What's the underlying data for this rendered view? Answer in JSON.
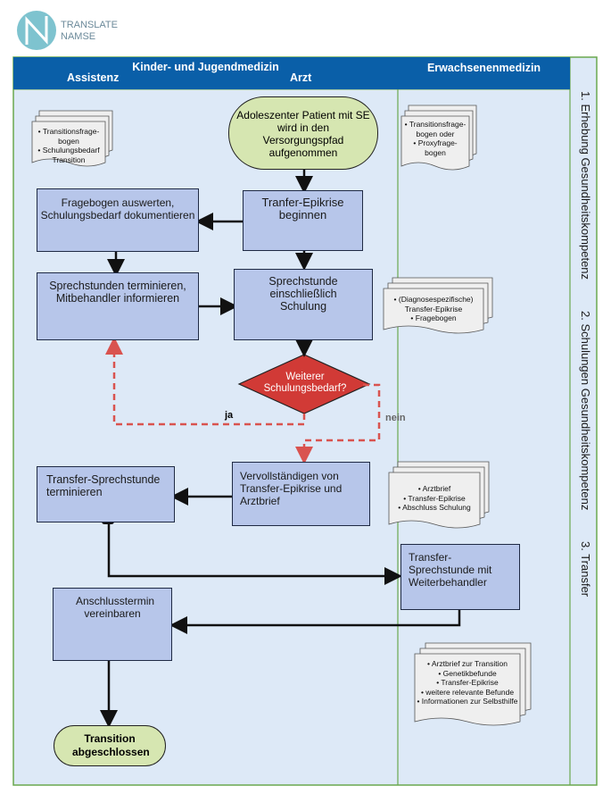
{
  "logo": {
    "line1": "TRANSLATE",
    "line2": "NAMSE"
  },
  "headers": {
    "kinder": "Kinder- und Jugendmedizin",
    "assistenz": "Assistenz",
    "arzt": "Arzt",
    "erwachsenen": "Erwachsenenmedizin"
  },
  "phases": {
    "p1": "1. Erhebung Gesundheitskompetenz",
    "p2": "2. Schulungen Gesundheitskompetenz",
    "p3": "3. Transfer"
  },
  "nodes": {
    "start": "Adoleszenter Patient mit SE wird in den Versorgungspfad aufgenommen",
    "fragebogen": "Fragebogen auswerten, Schulungsbedarf dokumentieren",
    "tranfer": "Tranfer-Epikrise beginnen",
    "termin": "Sprechstunden terminieren, Mitbehandler informieren",
    "sprechstunde": "Sprechstunde einschließlich Schulung",
    "decision": "Weiterer Schulungsbedarf?",
    "ja": "ja",
    "nein": "nein",
    "vervoll": "Vervollständigen von Transfer-Epikrise und Arztbrief",
    "transferTermin": "Transfer-Sprechstunde terminieren",
    "transferWeiter": "Transfer-Sprechstunde mit Weiterbehandler",
    "anschluss": "Anschlusstermin vereinbaren",
    "end": "Transition abgeschlossen"
  },
  "docs": {
    "d1": [
      "Transitionsfrage-bogen",
      "Schulungsbedarf Transition"
    ],
    "d2": [
      "Transitionsfrage-bogen oder",
      "Proxyfrage-bogen"
    ],
    "d3": [
      "(Diagnosespezifische) Transfer-Epikrise",
      "Fragebogen"
    ],
    "d4": [
      "Arztbrief",
      "Transfer-Epikrise",
      "Abschluss Schulung"
    ],
    "d5": [
      "Arztbrief zur Transition",
      "Genetikbefunde",
      "Transfer-Epikrise",
      "weitere relevante Befunde",
      "Informationen zur Selbsthilfe"
    ]
  },
  "colors": {
    "header": "#0a5fa8",
    "box": "#b7c6ea",
    "terminal": "#d6e6b1",
    "decision": "#d13a36",
    "dashed": "#d9534f",
    "panel": "#dde9f7"
  }
}
